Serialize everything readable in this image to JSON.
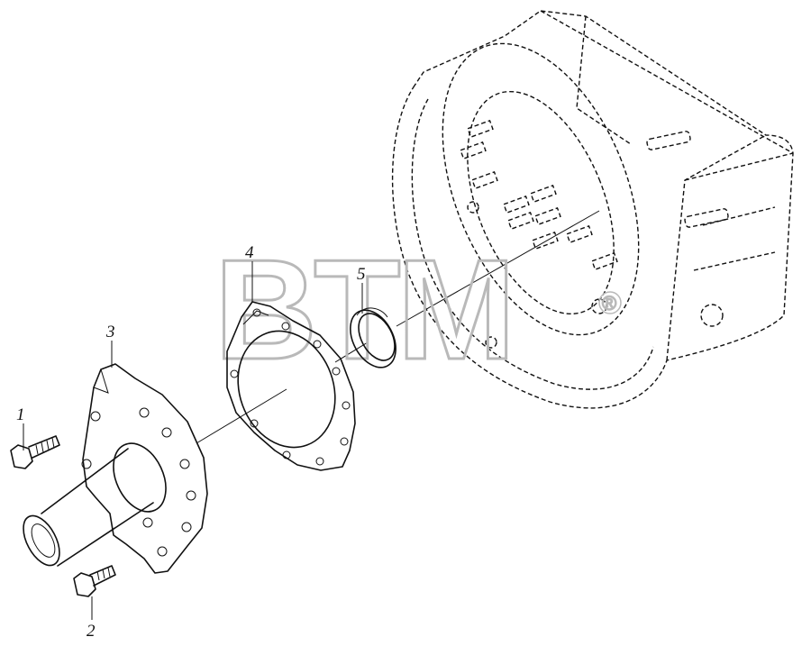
{
  "diagram": {
    "callouts": [
      {
        "id": "1",
        "label": "1"
      },
      {
        "id": "2",
        "label": "2"
      },
      {
        "id": "3",
        "label": "3"
      },
      {
        "id": "4",
        "label": "4"
      },
      {
        "id": "5",
        "label": "5"
      }
    ]
  },
  "watermark": {
    "text": "BTM",
    "mark": "®"
  },
  "colors": {
    "line": "#111111",
    "watermark": "#b9b9b9",
    "background": "#ffffff"
  }
}
